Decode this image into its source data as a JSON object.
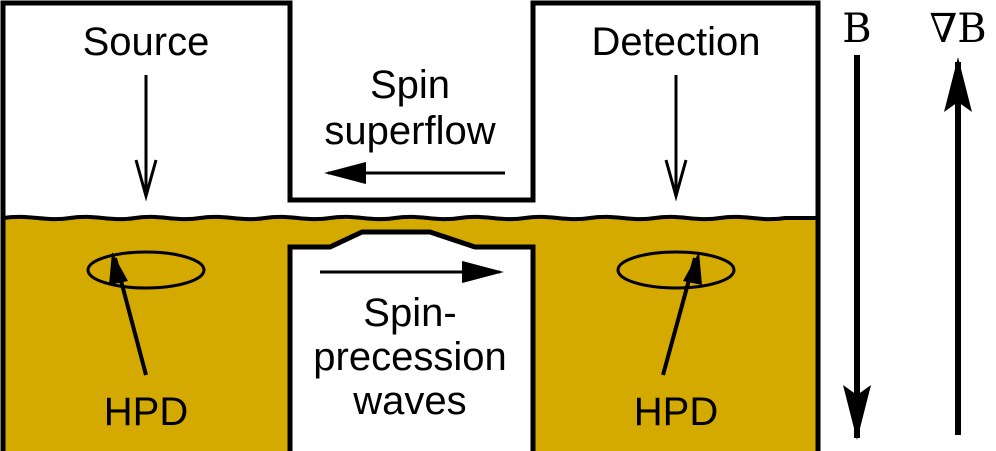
{
  "labels": {
    "source": "Source",
    "detection": "Detection",
    "spin_superflow_line1": "Spin",
    "spin_superflow_line2": "superflow",
    "spin_precession_line1": "Spin-",
    "spin_precession_line2": "precession",
    "spin_precession_line3": "waves",
    "hpd_left": "HPD",
    "hpd_right": "HPD"
  },
  "field_symbols": {
    "b": "B",
    "grad_b": "∇B"
  },
  "colors": {
    "liquid_fill": "#d4aa00",
    "outline": "#000000",
    "background": "#ffffff"
  }
}
